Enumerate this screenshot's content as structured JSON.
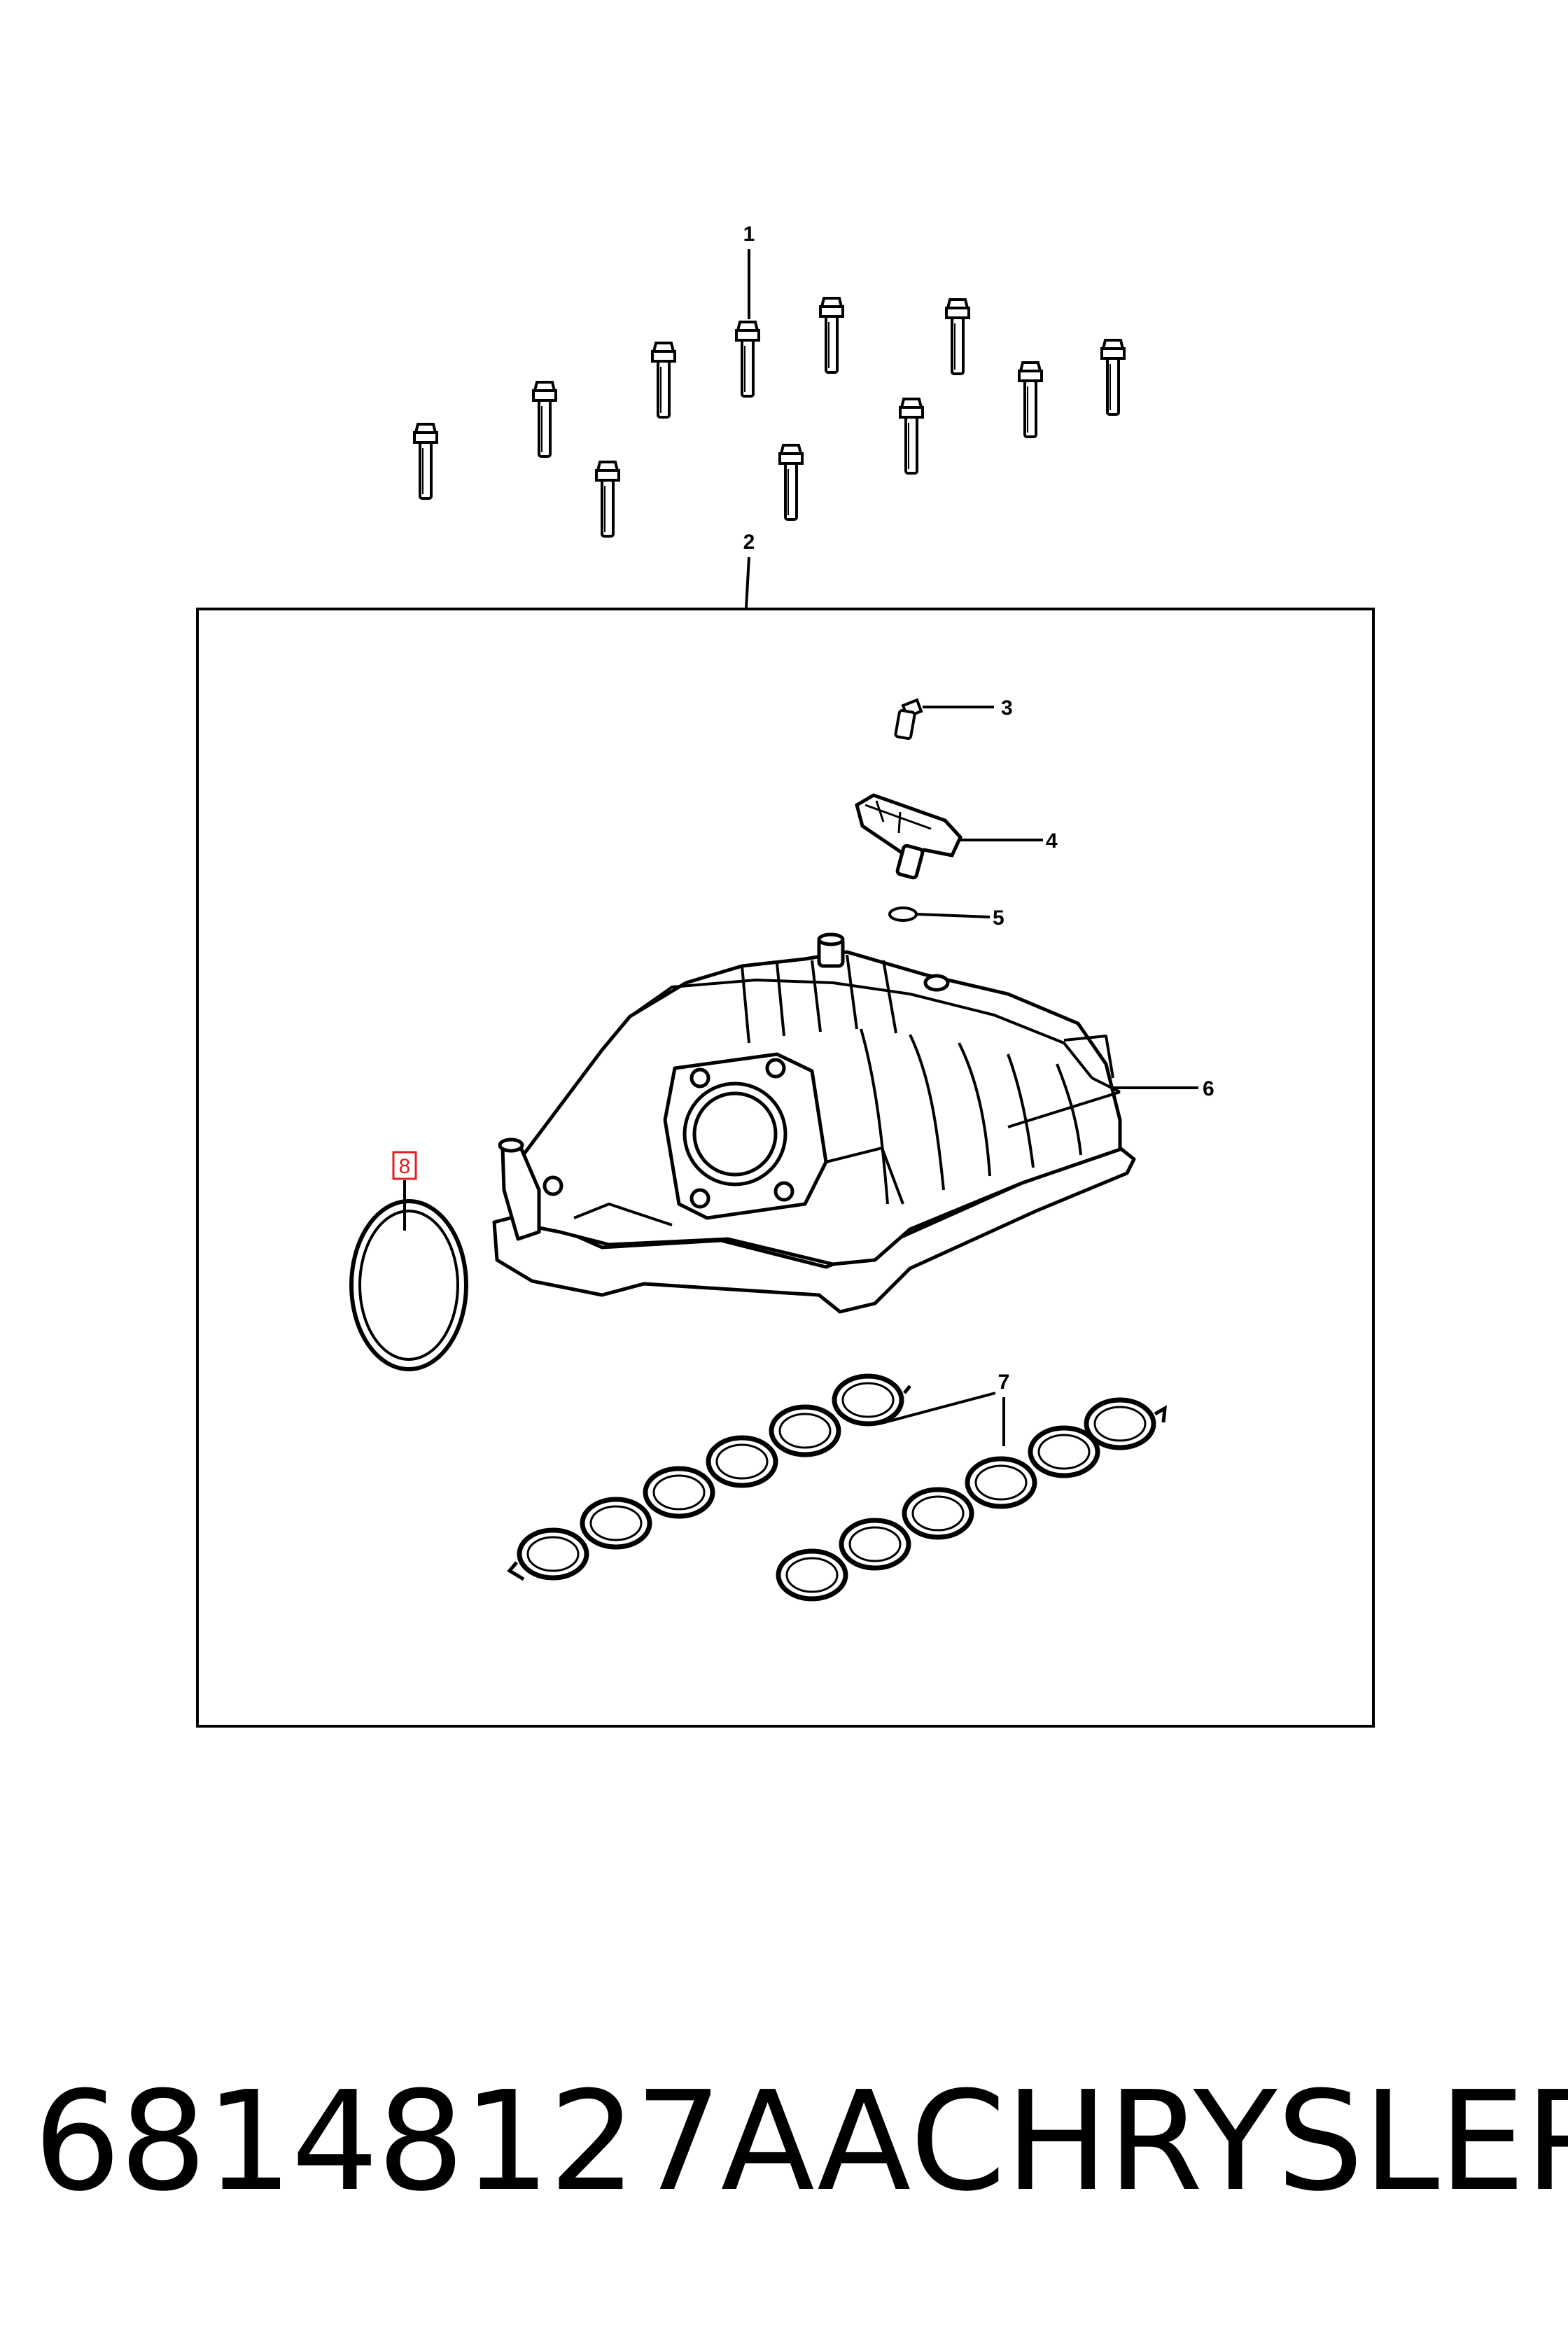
{
  "callouts": [
    {
      "id": "1",
      "label": "1",
      "part": "bolt"
    },
    {
      "id": "2",
      "label": "2",
      "part": "intake-manifold-assembly"
    },
    {
      "id": "3",
      "label": "3",
      "part": "sensor-screw"
    },
    {
      "id": "4",
      "label": "4",
      "part": "map-sensor"
    },
    {
      "id": "5",
      "label": "5",
      "part": "o-ring"
    },
    {
      "id": "6",
      "label": "6",
      "part": "intake-manifold"
    },
    {
      "id": "7",
      "label": "7",
      "part": "manifold-gaskets"
    },
    {
      "id": "8",
      "label": "8",
      "part": "throttle-body-seal",
      "highlight_color": "#e02020"
    }
  ],
  "caption": {
    "part_number": "68148127AA",
    "brand": "CHRYSLER"
  },
  "colors": {
    "line": "#000000",
    "background": "#ffffff",
    "highlight": "#e02020"
  }
}
